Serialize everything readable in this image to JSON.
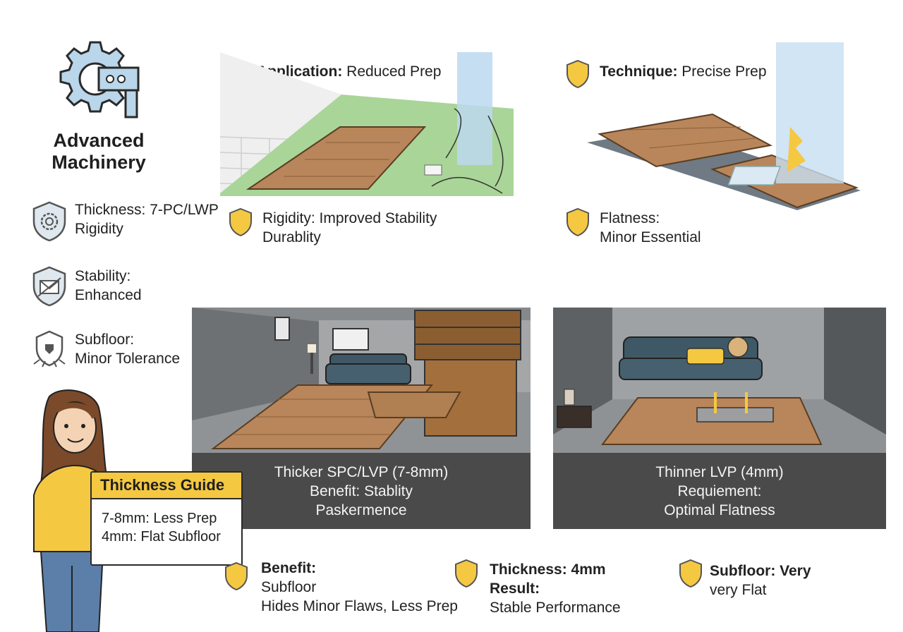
{
  "brand": {
    "line1": "Advanced",
    "line2": "Machinery",
    "logo_icon": "gear-icon"
  },
  "features": [
    {
      "l1": "Thickness: 7-PC/LWP",
      "l2": "Rigidity",
      "icon": "gear-shield-icon"
    },
    {
      "l1": "Stability:",
      "l2": "Enhanced",
      "icon": "envelope-shield-icon"
    },
    {
      "l1": "Subfloor:",
      "l2": "Minor Tolerance",
      "icon": "cracked-shield-icon"
    }
  ],
  "top_left": {
    "title_bold": "Application:",
    "title_rest": " Reduced Prep",
    "sub1": "Rigidity: Improved Stability",
    "sub2": "Durablity"
  },
  "top_right": {
    "title_bold": "Technique:",
    "title_rest": " Precise Prep",
    "sub1": "Flatness:",
    "sub2": "Minor Essential"
  },
  "scene_left_caption": [
    "Thicker SPC/LVP (7-8mm)",
    "Benefit: Stablity",
    "Paskeгmence"
  ],
  "scene_right_caption": [
    "Thinner LVP (4mm)",
    "Requiement:",
    "Optimal Flatness"
  ],
  "guide": {
    "title": "Thickness Guide",
    "lines": [
      "7-8mm: Less Prep",
      "4mm: Flat Subfloor"
    ]
  },
  "bottom": [
    {
      "l1": "Benefit:",
      "l2": "Subfloor",
      "l3": "Hides Minor Flaws, Less Prep"
    },
    {
      "l1": "Thickness: 4mm",
      "l2": "Result:",
      "l3": "Stable Performance"
    },
    {
      "l1": "Subfloor: Very",
      "l2": "very Flat"
    }
  ],
  "colors": {
    "accent_yellow": "#f5c842",
    "shield_fill": "#f5c842",
    "gear_blue": "#b9d6ea",
    "caption_bg": "#4a4a4a",
    "wood": "#b8865a"
  }
}
